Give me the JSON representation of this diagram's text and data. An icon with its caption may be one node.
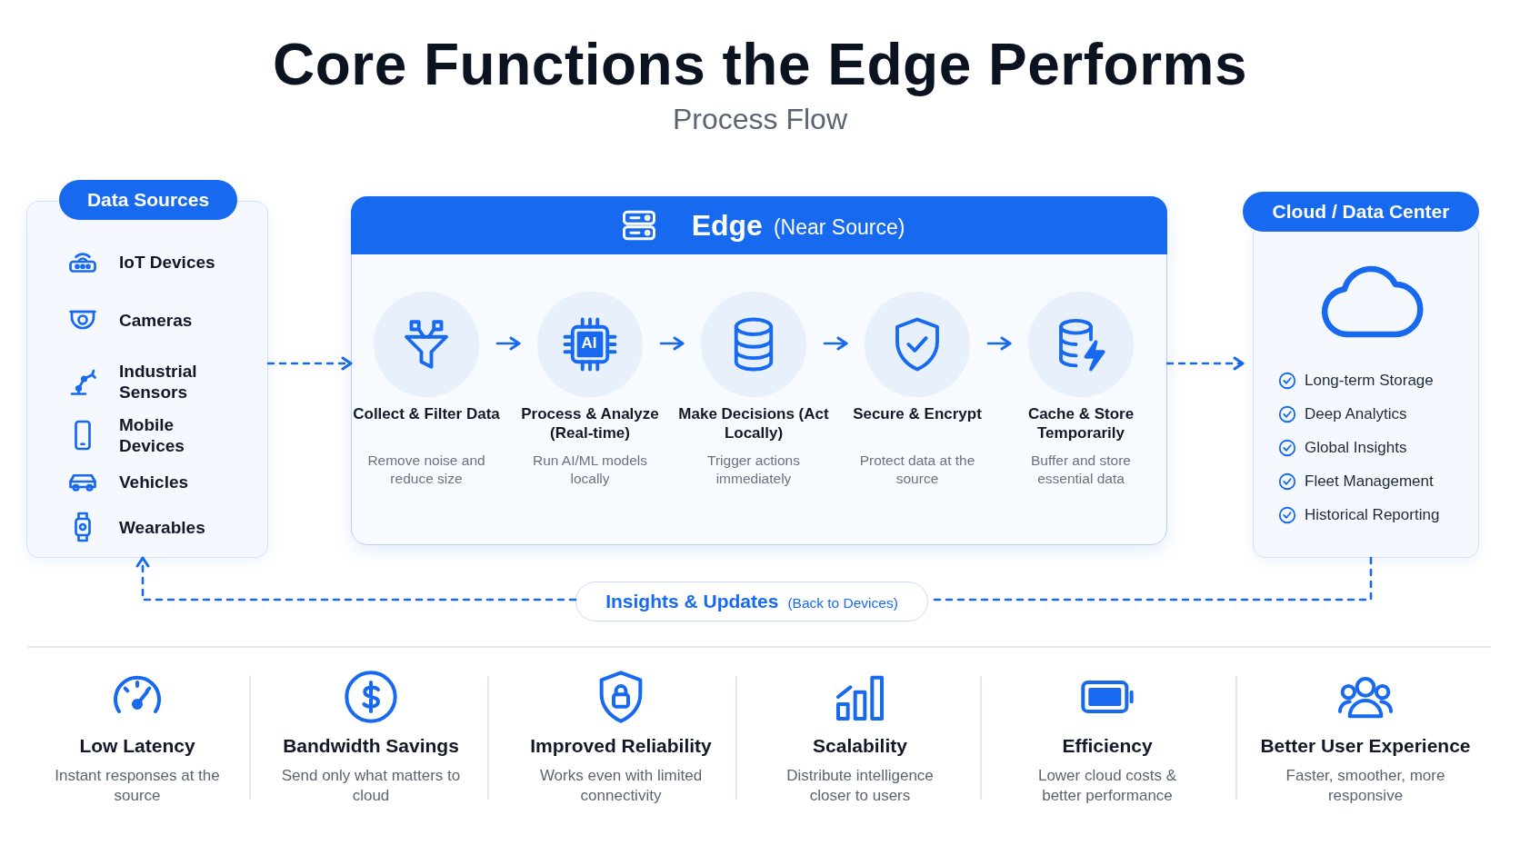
{
  "diagram": {
    "title": "Core Functions the Edge Performs",
    "nodes": [
      {
        "text": [
          "Data Sources",
          "IoT Devices",
          "Cameras",
          "Industrial Sensors",
          "Mobile Devices",
          "Vehicles",
          "Wearables"
        ]
      },
      {
        "text": [
          "Edge",
          "(Near Source)"
        ]
      },
      {
        "text": [
          "Collect & Filter Data",
          "Remove noise and reduce size"
        ],
        "in": 1
      },
      {
        "text": [
          "Process & Analyze (Real-time)",
          "Run AI/ML models locally"
        ],
        "in": 1
      },
      {
        "text": [
          "Make Decisions (Act Locally)",
          "Trigger actions immediately"
        ],
        "in": 1
      },
      {
        "text": [
          "Secure & Encrypt",
          "Protect data at the source"
        ],
        "in": 1
      },
      {
        "text": [
          "Cache & Store Temporarily",
          "Buffer and store essential data"
        ],
        "in": 1
      },
      {
        "text": [
          "Cloud / Data Center",
          "Long-term Storage",
          "Deep Analytics",
          "Global Insights",
          "Fleet Management",
          "Historical Reporting"
        ]
      },
      {
        "text": [
          "Insights & Updates",
          "(Back to Devices)"
        ]
      }
    ],
    "edges": [
      {
        "from": 0,
        "to": 1,
        "arrow": "to",
        "style": "dashed"
      },
      {
        "from": 2,
        "to": 3,
        "arrow": "to"
      },
      {
        "from": 3,
        "to": 4,
        "arrow": "to"
      },
      {
        "from": 4,
        "to": 5,
        "arrow": "to"
      },
      {
        "from": 5,
        "to": 6,
        "arrow": "to"
      },
      {
        "from": 1,
        "to": 7,
        "arrow": "to",
        "style": "dashed"
      },
      {
        "from": 7,
        "to": 8,
        "arrow": "none",
        "style": "dashed"
      },
      {
        "from": 8,
        "to": 0,
        "arrow": "to",
        "style": "dashed"
      }
    ],
    "labels": [
      "Process Flow",
      "AI",
      "Low Latency",
      "Instant responses at the source",
      "Bandwidth Savings",
      "Send only what matters to cloud",
      "Improved Reliability",
      "Works even with limited connectivity",
      "Scalability",
      "Distribute intelligence closer to users",
      "Efficiency",
      "Lower cloud costs & better performance",
      "Better User Experience",
      "Faster, smoother, more responsive"
    ]
  }
}
